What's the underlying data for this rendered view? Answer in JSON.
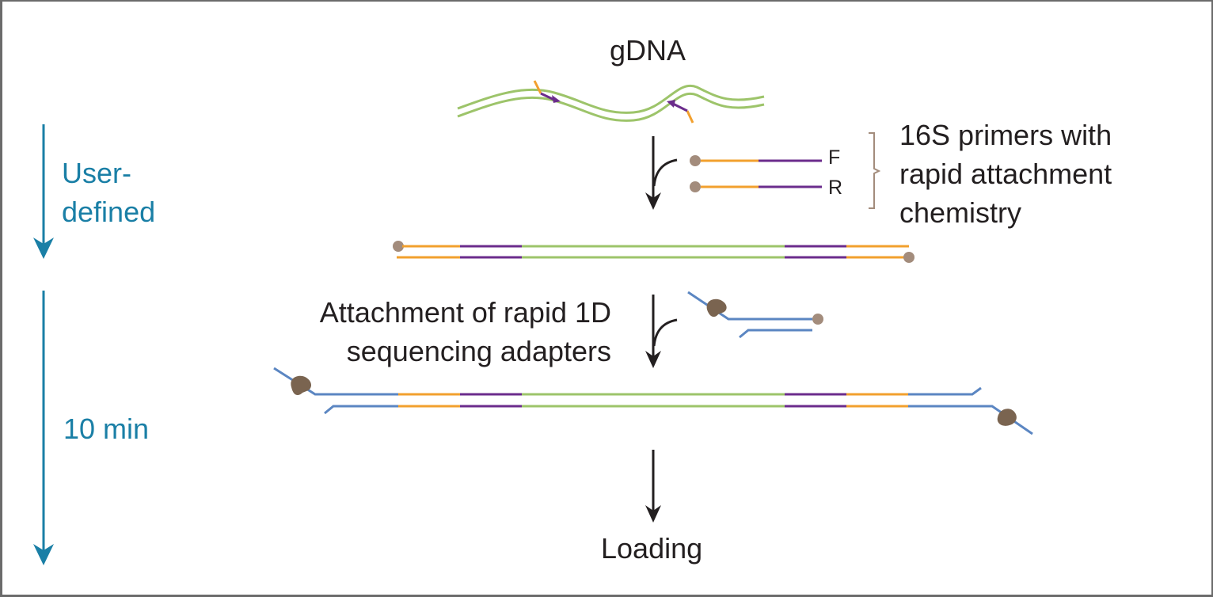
{
  "colors": {
    "gdna_green": "#9dc46a",
    "primer_orange": "#f2a02e",
    "primer_purple": "#6b2c8c",
    "adapter_blue": "#5b86c2",
    "attachment_bead": "#a38c7c",
    "motor_protein": "#7a6450",
    "timeline_teal": "#1a7fa6",
    "arrow_black": "#231f20",
    "bracket": "#a38c7c"
  },
  "labels": {
    "gdna": "gDNA",
    "primers": [
      "16S primers with",
      "rapid attachment",
      "chemistry"
    ],
    "primer_forward": "F",
    "primer_reverse": "R",
    "adapters": [
      "Attachment of rapid 1D",
      "sequencing adapters"
    ],
    "loading": "Loading"
  },
  "timeline": [
    {
      "step": "pcr",
      "label_lines": [
        "User-",
        "defined"
      ]
    },
    {
      "step": "adapter",
      "label_lines": [
        "10 min"
      ]
    }
  ],
  "workflow_steps": [
    "gDNA",
    "PCR with 16S primers (F, R) carrying rapid attachment chemistry",
    "Amplicon with attachment chemistry at both ends",
    "Attachment of rapid 1D sequencing adapters",
    "Adapted library",
    "Loading"
  ]
}
